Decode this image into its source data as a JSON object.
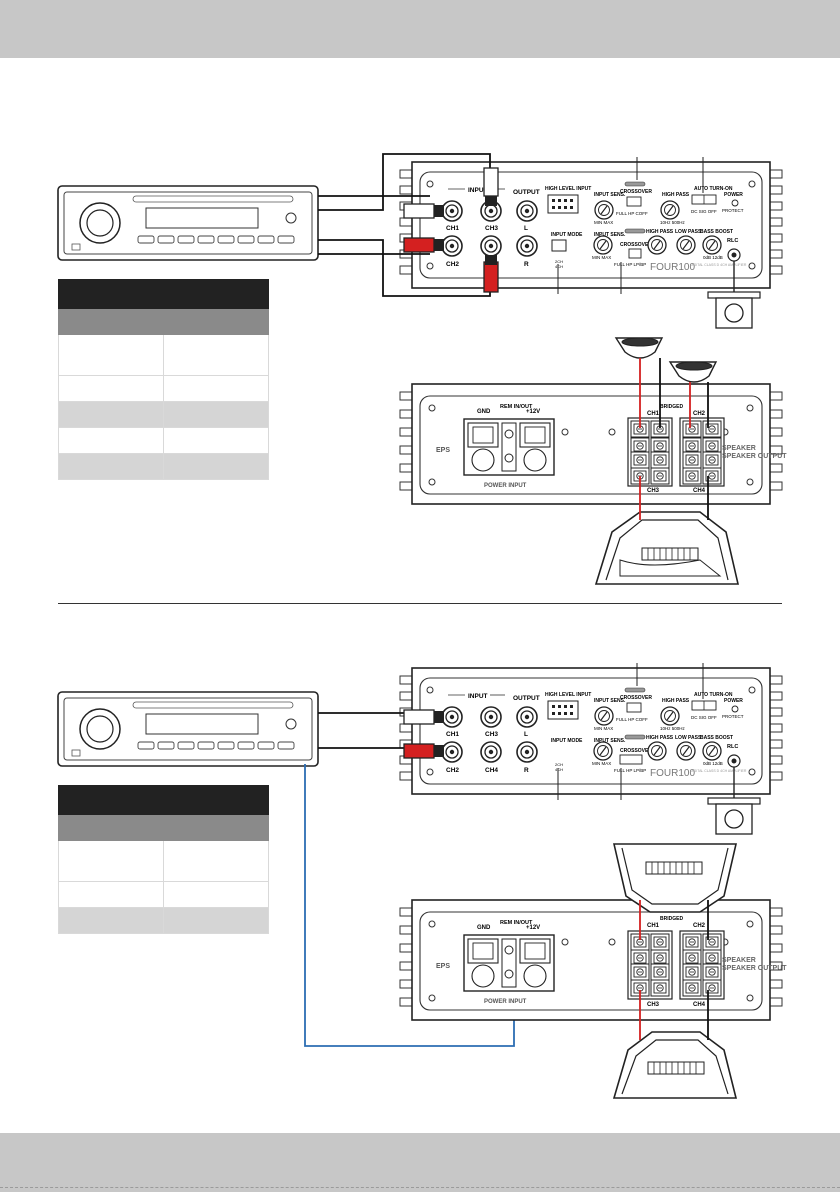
{
  "amp_labels": {
    "input": "INPUT",
    "ch1": "CH1",
    "ch2": "CH2",
    "ch3": "CH3",
    "ch4": "CH4",
    "output": "OUTPUT",
    "l": "L",
    "r": "R",
    "high_level_input": "HIGH LEVEL INPUT",
    "crossover": "CROSSOVER",
    "full_hp_coff": "FULL  HP  COFF",
    "full_hp_lpbp": "FULL  HP  LP/BP",
    "input_sens": "INPUT SENS.",
    "min_max": "MIN    MAX",
    "high_pass": "HIGH PASS",
    "hz_range": "10Hz    500Hz",
    "low_pass": "LOW PASS",
    "bass_boost": "BASS BOOST",
    "db_range": "0dB  12dB",
    "input_mode": "INPUT MODE",
    "mode_2ch": "2CH",
    "mode_4ch": "4CH",
    "auto_turn_on": "AUTO TURN-ON",
    "dc_sig_off": "DC  SIG  OFF",
    "power": "POWER",
    "protect": "PROTECT",
    "rlc": "RLC",
    "model": "FOUR100",
    "model_sub": "DIGITAL CLASS D 4CH AMPLIFIER"
  },
  "power_labels": {
    "gnd": "GND",
    "rem": "REM IN/OUT",
    "plus12v": "+12V",
    "power_input": "POWER INPUT",
    "brand": "EPS",
    "bridged": "BRIDGED",
    "ch1": "CH1",
    "ch2": "CH2",
    "ch3": "CH3",
    "ch4": "CH4",
    "speaker_output": "SPEAKER OUTPUT"
  },
  "tables": {
    "table1_rows": 5,
    "table2_rows": 3
  },
  "colors": {
    "band": "#c7c7c7",
    "wire_red": "#d42020",
    "wire_black": "#111111",
    "wire_blue": "#2c6db3",
    "table_head": "#222222",
    "table_sub": "#8a8a8a"
  }
}
